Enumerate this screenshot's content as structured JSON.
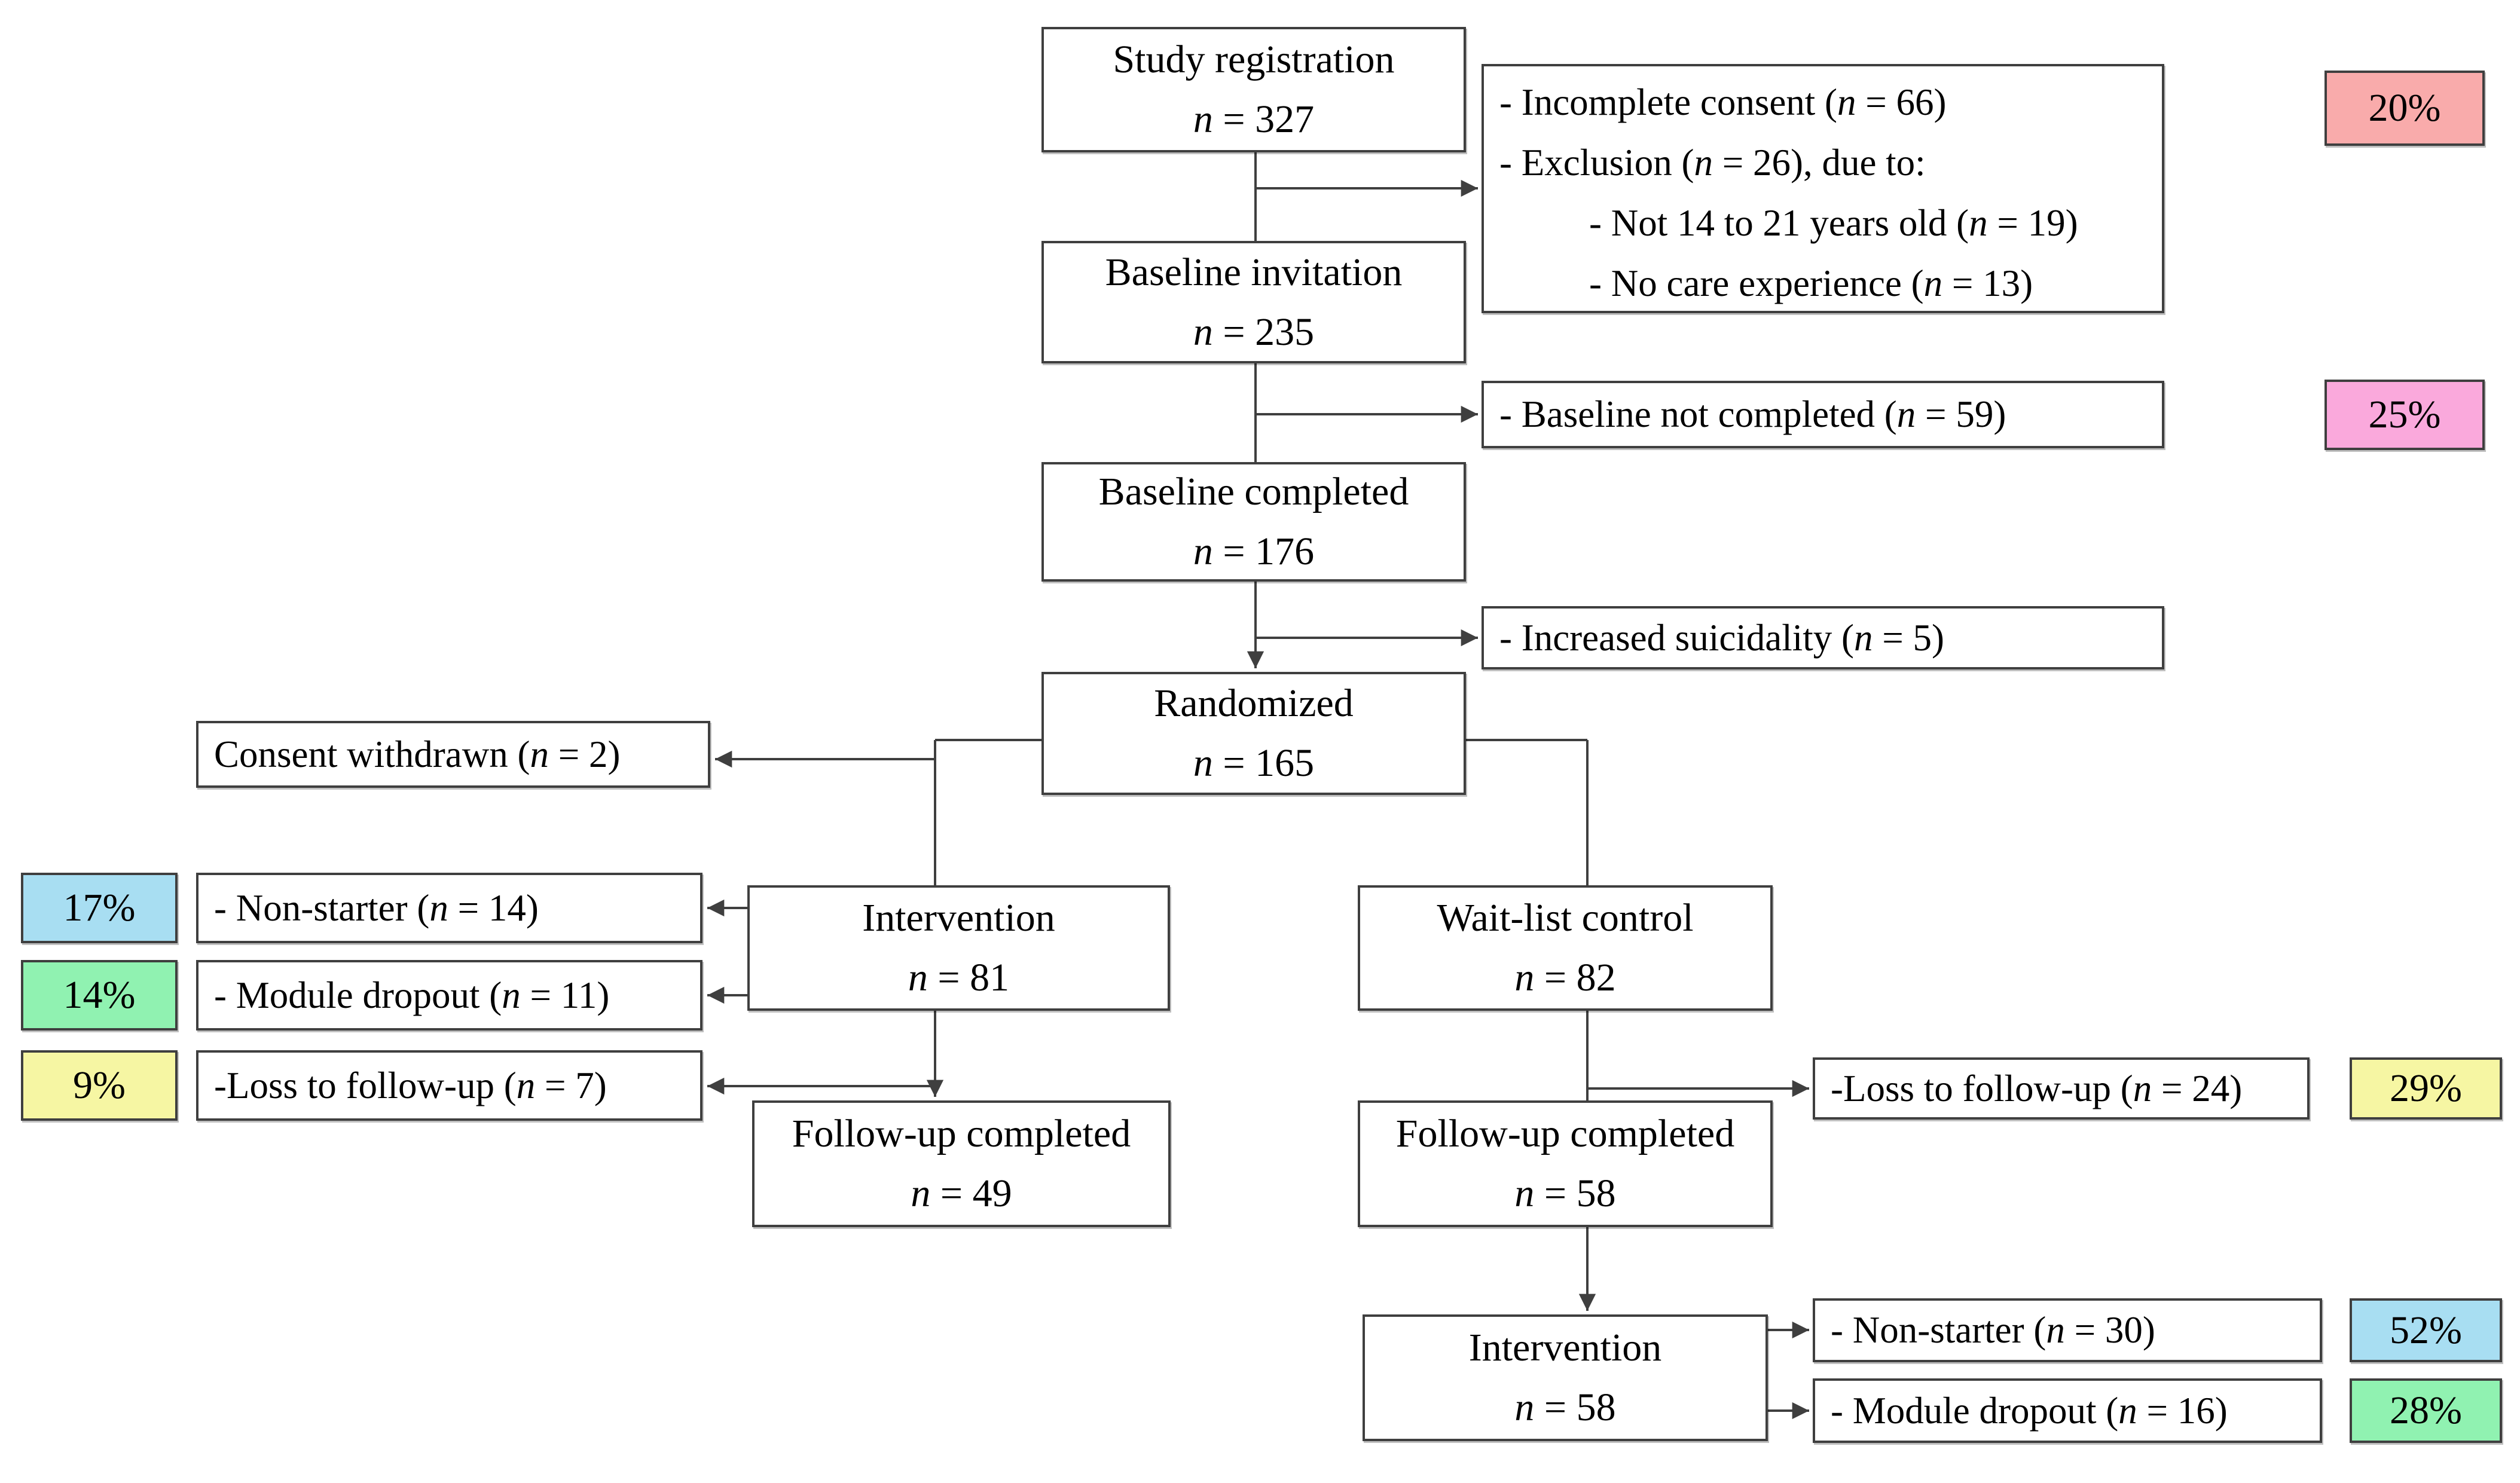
{
  "figure": {
    "type": "consort-flow-diagram",
    "line_color": "#3f3f3f"
  },
  "boxes": {
    "study_registration": {
      "title": "Study registration",
      "count": "n = 327"
    },
    "exclusion": {
      "lines": [
        "- Incomplete consent (n = 66)",
        "- Exclusion (n = 26), due to:",
        "- Not 14 to 21 years old (n = 19)",
        "- No care experience (n = 13)"
      ]
    },
    "baseline_invitation": {
      "title": "Baseline invitation",
      "count": "n = 235"
    },
    "baseline_not_completed": {
      "text": "- Baseline not completed (n = 59)"
    },
    "baseline_completed": {
      "title": "Baseline completed",
      "count": "n = 176"
    },
    "increased_suicidality": {
      "text": "- Increased suicidality (n = 5)"
    },
    "randomized": {
      "title": "Randomized",
      "count": "n = 165"
    },
    "consent_withdrawn": {
      "text": "Consent withdrawn (n = 2)"
    },
    "non_starter_intervention": {
      "text": "- Non-starter (n = 14)"
    },
    "module_dropout_intervention": {
      "text": "- Module dropout (n = 11)"
    },
    "loss_followup_intervention": {
      "text": "-Loss to follow-up (n = 7)"
    },
    "intervention": {
      "title": "Intervention",
      "count": "n = 81"
    },
    "waitlist_control": {
      "title": "Wait-list control",
      "count": "n = 82"
    },
    "followup_intervention": {
      "title": "Follow-up completed",
      "count": "n = 49"
    },
    "loss_followup_control": {
      "text": "-Loss to follow-up (n = 24)"
    },
    "followup_control": {
      "title": "Follow-up completed",
      "count": "n = 58"
    },
    "intervention_waitlist": {
      "title": "Intervention",
      "count": "n = 58"
    },
    "non_starter_waitlist": {
      "text": "- Non-starter (n = 30)"
    },
    "module_dropout_waitlist": {
      "text": "- Module dropout (n = 16)"
    }
  },
  "badges": {
    "registration_dropout_pct": {
      "text": "20%",
      "color": "#f9abab"
    },
    "baseline_not_completed_pct": {
      "text": "25%",
      "color": "#faa9dc"
    },
    "non_starter_intervention_pct": {
      "text": "17%",
      "color": "#a8def2"
    },
    "module_dropout_intervention_pct": {
      "text": "14%",
      "color": "#90f2b1"
    },
    "loss_followup_intervention_pct": {
      "text": "9%",
      "color": "#f6f6a3"
    },
    "loss_followup_control_pct": {
      "text": "29%",
      "color": "#f6f6a3"
    },
    "non_starter_waitlist_pct": {
      "text": "52%",
      "color": "#a8def2"
    },
    "module_dropout_waitlist_pct": {
      "text": "28%",
      "color": "#90f2b1"
    }
  }
}
